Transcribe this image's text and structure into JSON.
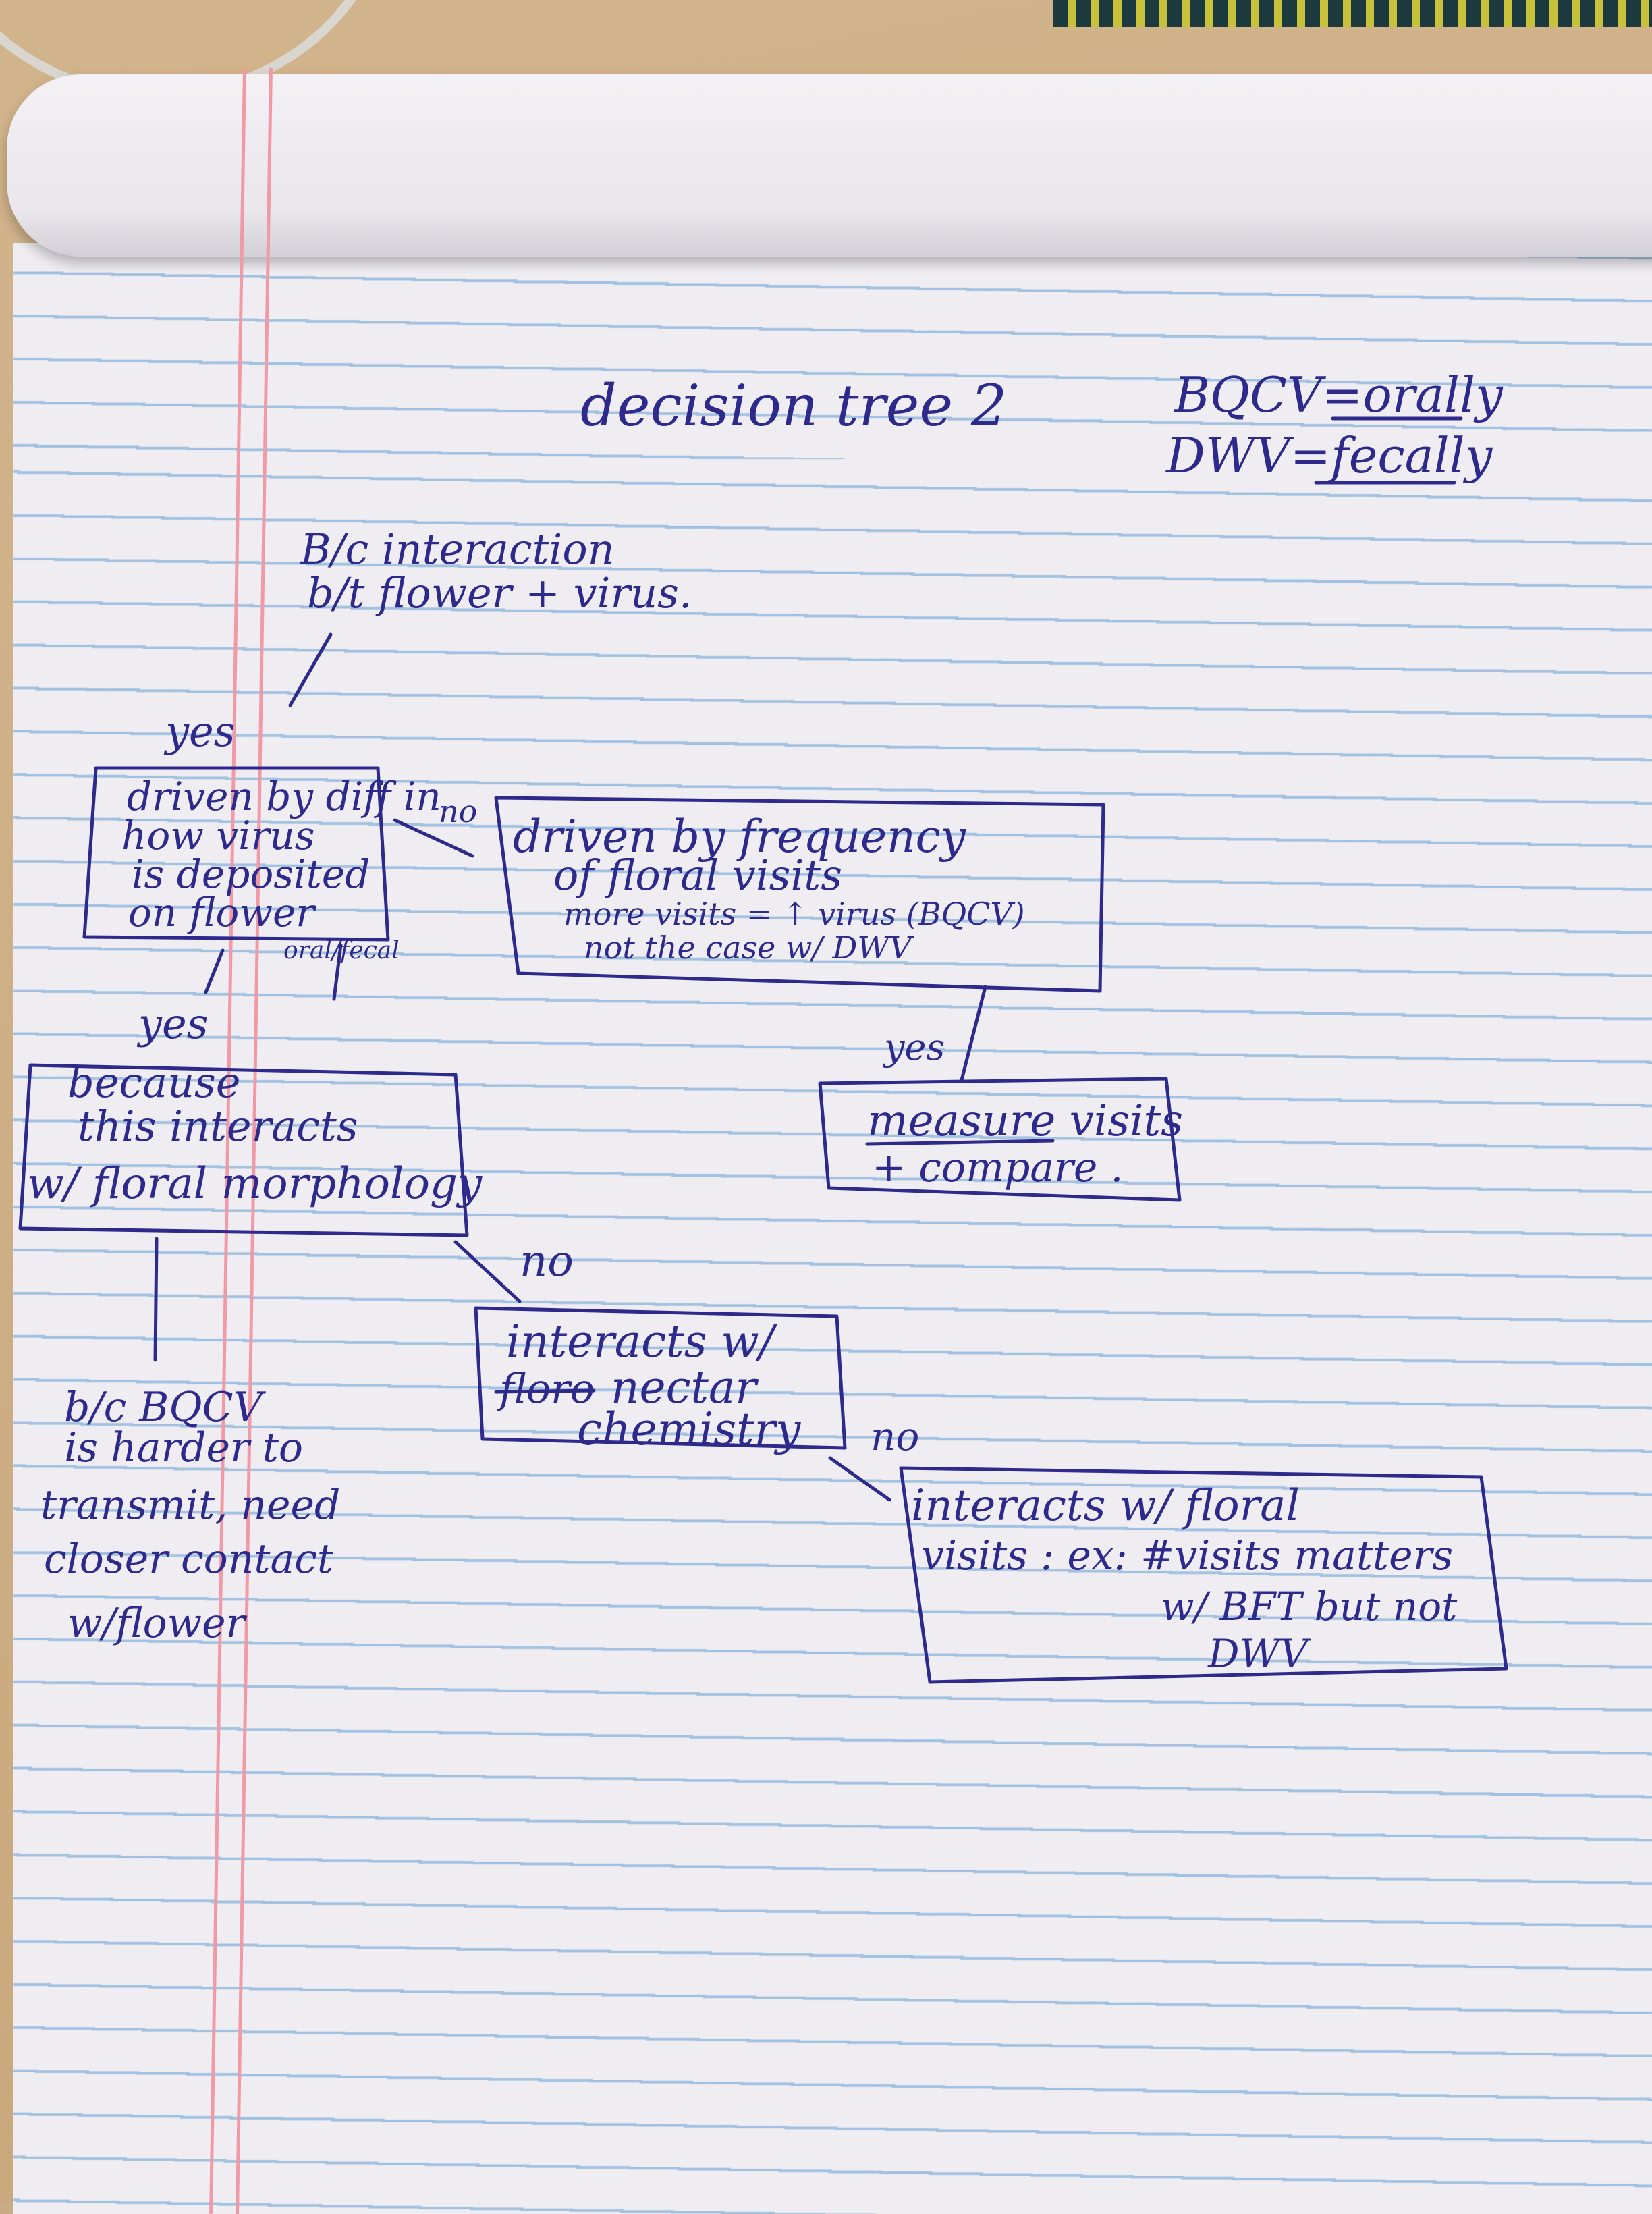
{
  "heading": {
    "title": "decision tree 2",
    "legend_line1": "BQCV=orally",
    "legend_line2": "DWV=fecally"
  },
  "root": {
    "line1": "B/c interaction",
    "line2": "b/t flower + virus."
  },
  "edges": {
    "root_yes": "yes",
    "deposit_no": "no",
    "deposit_yes": "yes",
    "frequency_yes": "yes",
    "morphology_no": "no",
    "nectar_no": "no"
  },
  "node_deposit": {
    "line1": "driven by diff in",
    "line2": "how virus",
    "line3": "is deposited",
    "line4": "on flower",
    "note": "oral/fecal"
  },
  "node_frequency": {
    "line1": "driven by frequency",
    "line2": "of floral visits",
    "line3": "more visits = ↑ virus (BQCV)",
    "line4": "not the case w/ DWV"
  },
  "node_measure": {
    "line1": "measure visits",
    "line2": "+ compare ."
  },
  "node_morphology": {
    "line1": "because",
    "line2": "this interacts",
    "line3": "w/ floral morphology"
  },
  "node_bqcv_note": {
    "line1": "b/c BQCV",
    "line2": "is harder to",
    "line3": "transmit, need",
    "line4": "closer contact",
    "line5": "w/flower"
  },
  "node_nectar": {
    "line1": "interacts w/",
    "struck": "floro",
    "line2": "nectar",
    "line3": "chemistry"
  },
  "node_visits": {
    "line1": "interacts w/ floral",
    "line2": "visits : ex: #visits matters",
    "line3": "w/ BFT but not",
    "line4": "DWV"
  },
  "colors": {
    "ink": "#2e2a8c",
    "rule_line": "#78aad7",
    "margin_line": "#ef9aa6",
    "paper": "#efedf2",
    "desk": "#c9a77c"
  }
}
